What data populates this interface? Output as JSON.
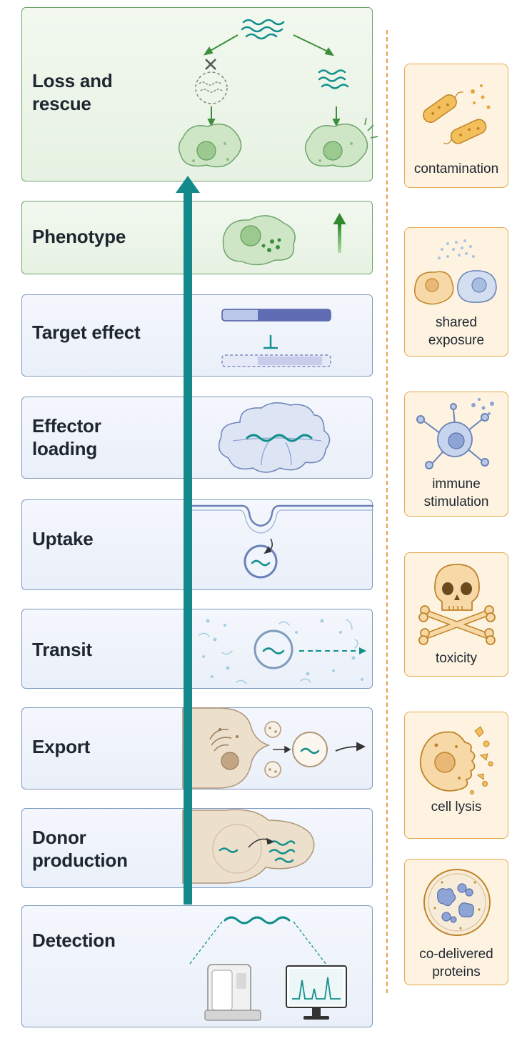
{
  "stages": [
    {
      "id": "loss-and-rescue",
      "label": "Loss and\nrescue"
    },
    {
      "id": "phenotype",
      "label": "Phenotype"
    },
    {
      "id": "target-effect",
      "label": "Target effect"
    },
    {
      "id": "effector-loading",
      "label": "Effector\nloading"
    },
    {
      "id": "uptake",
      "label": "Uptake"
    },
    {
      "id": "transit",
      "label": "Transit"
    },
    {
      "id": "export",
      "label": "Export"
    },
    {
      "id": "donor-production",
      "label": "Donor\nproduction"
    },
    {
      "id": "detection",
      "label": "Detection"
    }
  ],
  "confounders": [
    {
      "id": "contamination",
      "label": "contamination",
      "icon": "bacteria-icon"
    },
    {
      "id": "shared-exposure",
      "label": "shared\nexposure",
      "icon": "two-cells-exposure-icon"
    },
    {
      "id": "immune-stimulation",
      "label": "immune\nstimulation",
      "icon": "immune-cell-icon"
    },
    {
      "id": "toxicity",
      "label": "toxicity",
      "icon": "skull-crossbones-icon"
    },
    {
      "id": "cell-lysis",
      "label": "cell lysis",
      "icon": "lysing-cell-icon"
    },
    {
      "id": "co-delivered-proteins",
      "label": "co-delivered\nproteins",
      "icon": "protein-dish-icon"
    }
  ],
  "colors": {
    "axis": "#14898c",
    "stage_border": "#7f9bbd",
    "rescue_border": "#6fa46c",
    "confounder_border": "#e7a84a",
    "confounder_fill": "#fdf3e0",
    "rna": "#128f8c"
  }
}
